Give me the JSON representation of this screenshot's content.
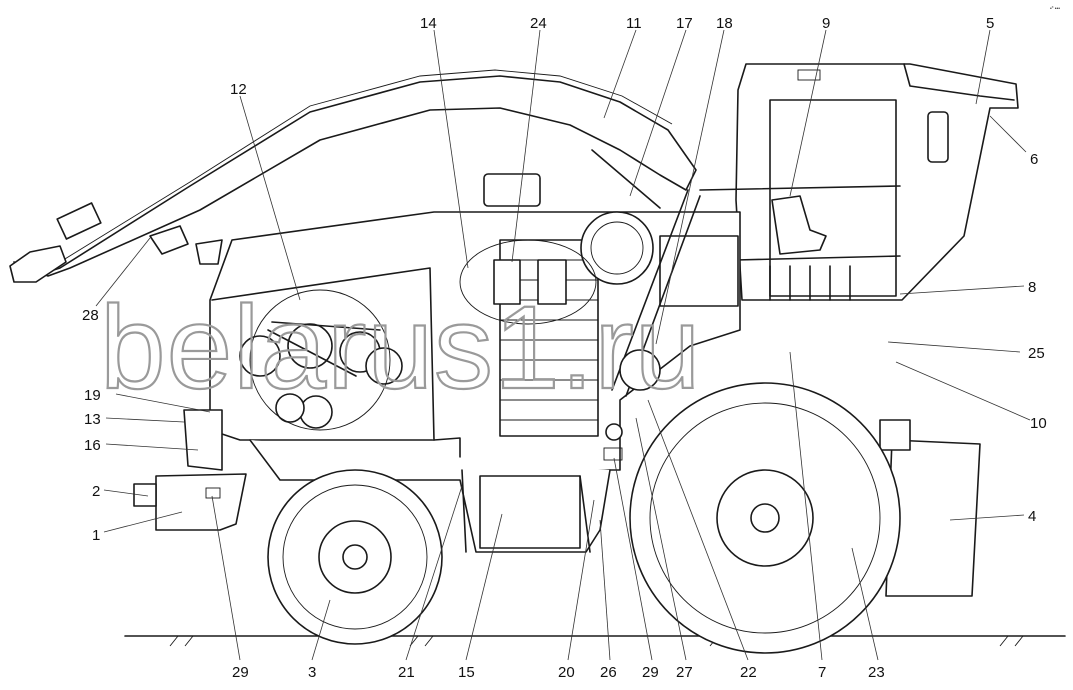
{
  "watermark": "belarus1.ru",
  "corner_mark": "•˟ •••",
  "callouts": [
    {
      "id": "c14",
      "text": "14"
    },
    {
      "id": "c24",
      "text": "24"
    },
    {
      "id": "c11",
      "text": "11"
    },
    {
      "id": "c17",
      "text": "17"
    },
    {
      "id": "c18",
      "text": "18"
    },
    {
      "id": "c9",
      "text": "9"
    },
    {
      "id": "c5",
      "text": "5"
    },
    {
      "id": "c6",
      "text": "6"
    },
    {
      "id": "c12",
      "text": "12"
    },
    {
      "id": "c28",
      "text": "28"
    },
    {
      "id": "c8",
      "text": "8"
    },
    {
      "id": "c25",
      "text": "25"
    },
    {
      "id": "c19",
      "text": "19"
    },
    {
      "id": "c13",
      "text": "13"
    },
    {
      "id": "c10",
      "text": "10"
    },
    {
      "id": "c16",
      "text": "16"
    },
    {
      "id": "c2",
      "text": "2"
    },
    {
      "id": "c4",
      "text": "4"
    },
    {
      "id": "c1",
      "text": "1"
    },
    {
      "id": "b29a",
      "text": "29"
    },
    {
      "id": "b3",
      "text": "3"
    },
    {
      "id": "b21",
      "text": "21"
    },
    {
      "id": "b15",
      "text": "15"
    },
    {
      "id": "b20",
      "text": "20"
    },
    {
      "id": "b26",
      "text": "26"
    },
    {
      "id": "b29b",
      "text": "29"
    },
    {
      "id": "b27",
      "text": "27"
    },
    {
      "id": "b22",
      "text": "22"
    },
    {
      "id": "b7",
      "text": "7"
    },
    {
      "id": "b23",
      "text": "23"
    }
  ]
}
